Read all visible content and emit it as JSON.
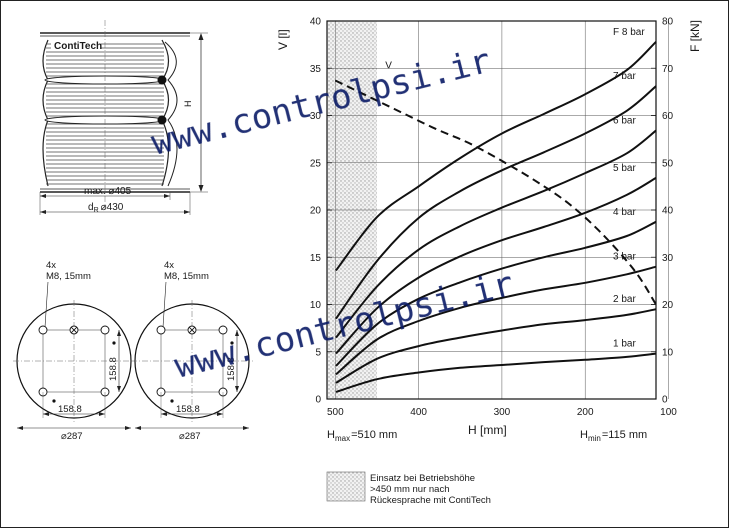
{
  "drawing": {
    "brand": "ContiTech",
    "height_label": "H",
    "max_dia_label": "max. ⌀405",
    "dr_label": "d",
    "dr_sub": "R",
    "dr_value": "⌀430",
    "flange_left": {
      "bolts": "4x",
      "thread": "M8, 15mm",
      "spacing_v": "158.8",
      "spacing_h": "158.8",
      "diameter": "⌀287"
    },
    "flange_right": {
      "bolts": "4x",
      "thread": "M8, 15mm",
      "spacing_v": "158.8",
      "spacing_h": "158.8",
      "diameter": "⌀287"
    }
  },
  "legend": {
    "lines": [
      "Einsatz bei Betriebshöhe",
      ">450 mm nur nach",
      "Rückesprache mit ContiTech"
    ]
  },
  "watermark": {
    "text": "www.controlpsi.ir"
  },
  "chart_data": {
    "type": "line",
    "xlabel": "H [mm]",
    "ylabel_left": "V [l]",
    "ylabel_right": "F [kN]",
    "x_axis_reversed": true,
    "xlim": [
      510,
      115
    ],
    "ylim_left": [
      0,
      40
    ],
    "ylim_right": [
      0,
      80
    ],
    "x_ticks": [
      500,
      400,
      300,
      200,
      100
    ],
    "y_ticks_left": [
      0,
      5,
      10,
      15,
      20,
      25,
      30,
      35,
      40
    ],
    "y_ticks_right": [
      0,
      10,
      20,
      30,
      40,
      50,
      60,
      70,
      80
    ],
    "grid": true,
    "hmax_label": "H",
    "hmax_sub": "max",
    "hmax_value": "=510 mm",
    "hmin_label": "H",
    "hmin_sub": "min",
    "hmin_value": "=115 mm",
    "shaded_region_x": [
      510,
      450
    ],
    "force_series": [
      {
        "name": "1 bar",
        "x": [
          510,
          450,
          400,
          350,
          300,
          250,
          200,
          150,
          115
        ],
        "y": [
          1.5,
          4.2,
          5.6,
          6.6,
          7.2,
          7.8,
          8.3,
          8.9,
          9.6
        ]
      },
      {
        "name": "2 bar",
        "x": [
          510,
          450,
          400,
          350,
          300,
          250,
          200,
          150,
          115
        ],
        "y": [
          3.4,
          8.5,
          11.2,
          13.0,
          14.5,
          15.8,
          16.7,
          17.8,
          19.0
        ]
      },
      {
        "name": "3 bar",
        "x": [
          510,
          450,
          400,
          350,
          300,
          250,
          200,
          150,
          115
        ],
        "y": [
          5.2,
          12.6,
          16.5,
          19.3,
          21.4,
          23.2,
          24.6,
          26.4,
          28.0
        ]
      },
      {
        "name": "4 bar",
        "x": [
          510,
          450,
          400,
          350,
          300,
          250,
          200,
          150,
          115
        ],
        "y": [
          7.0,
          15.8,
          21.2,
          24.7,
          27.6,
          30.0,
          32.0,
          34.5,
          37.5
        ]
      },
      {
        "name": "5 bar",
        "x": [
          510,
          450,
          400,
          350,
          300,
          250,
          200,
          150,
          115
        ],
        "y": [
          9.6,
          19.2,
          25.7,
          30.2,
          33.6,
          36.4,
          39.4,
          43.2,
          46.8
        ]
      },
      {
        "name": "6 bar",
        "x": [
          510,
          450,
          400,
          350,
          300,
          250,
          200,
          150,
          115
        ],
        "y": [
          13.0,
          23.8,
          31.6,
          36.6,
          40.5,
          44.0,
          47.8,
          52.0,
          56.8
        ]
      },
      {
        "name": "7 bar",
        "x": [
          510,
          450,
          400,
          350,
          300,
          250,
          200,
          150,
          115
        ],
        "y": [
          17.0,
          29.2,
          38.3,
          44.0,
          48.4,
          52.2,
          56.2,
          61.0,
          66.2
        ]
      },
      {
        "name": "F 8 bar",
        "x": [
          510,
          450,
          400,
          350,
          300,
          250,
          200,
          150,
          115
        ],
        "y": [
          27.2,
          38.5,
          45.0,
          51.0,
          56.2,
          60.3,
          64.5,
          69.6,
          75.6
        ]
      }
    ],
    "volume_series": {
      "name": "V",
      "x": [
        500,
        460,
        420,
        380,
        340,
        300,
        260,
        220,
        180,
        140,
        115
      ],
      "y": [
        33.7,
        32.0,
        30.3,
        28.6,
        27.1,
        25.2,
        23.1,
        20.7,
        17.5,
        13.5,
        10.0
      ]
    }
  }
}
